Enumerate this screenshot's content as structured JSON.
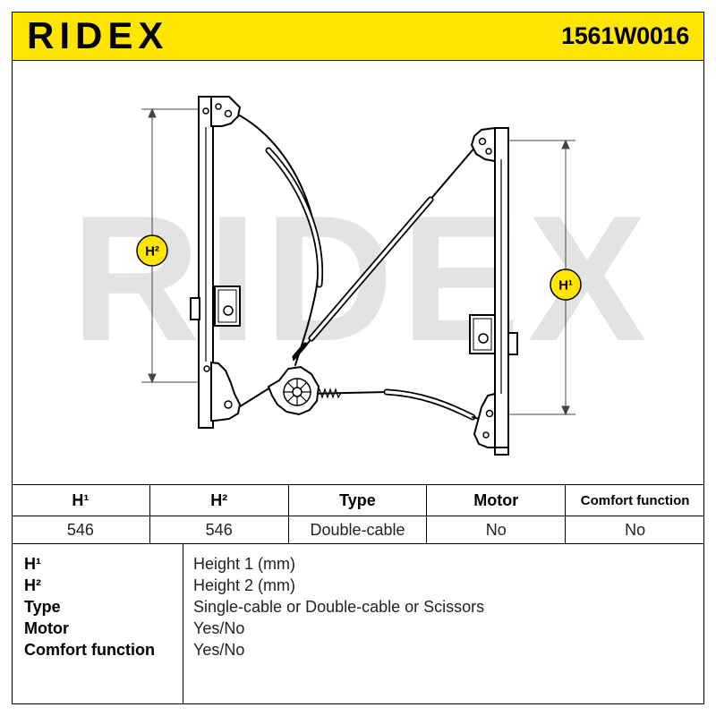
{
  "header": {
    "logo_text": "RIDEX",
    "part_number": "1561W0016"
  },
  "diagram": {
    "watermark": "RIDEX",
    "h1_badge": "H¹",
    "h2_badge": "H²"
  },
  "specs_table": {
    "headers": [
      "H¹",
      "H²",
      "Type",
      "Motor",
      "Comfort function"
    ],
    "values": [
      "546",
      "546",
      "Double-cable",
      "No",
      "No"
    ]
  },
  "legend": [
    {
      "term": "H¹",
      "description": "Height 1 (mm)"
    },
    {
      "term": "H²",
      "description": "Height 2 (mm)"
    },
    {
      "term": "Type",
      "description": "Single-cable or Double-cable or Scissors"
    },
    {
      "term": "Motor",
      "description": "Yes/No"
    },
    {
      "term": "Comfort function",
      "description": "Yes/No"
    }
  ],
  "colors": {
    "brand_yellow": "#FFE500",
    "watermark_gray": "#E3E3E3",
    "line": "#000000"
  }
}
